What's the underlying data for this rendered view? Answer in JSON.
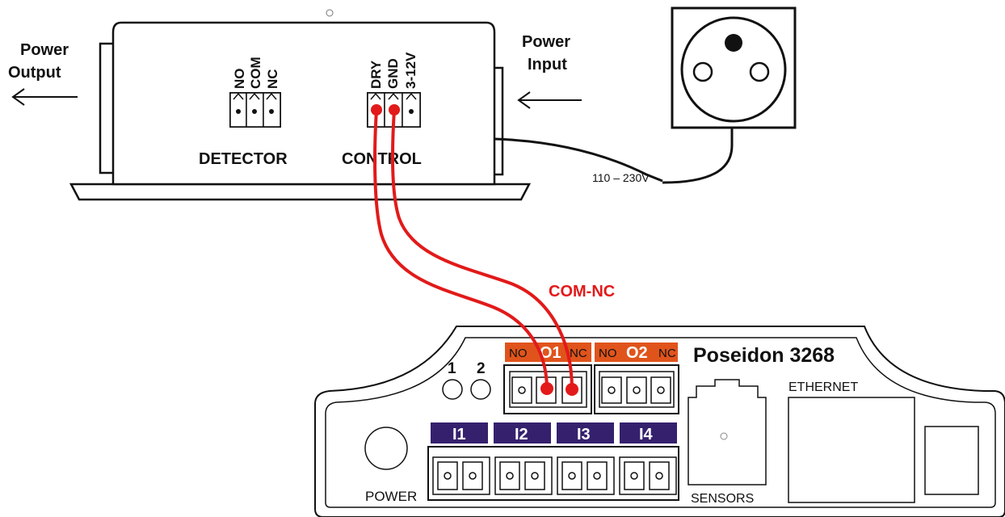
{
  "labels": {
    "power_output_line1": "Power",
    "power_output_line2": "Output",
    "power_input_line1": "Power",
    "power_input_line2": "Input",
    "voltage": "110 – 230V",
    "detector_no": "NO",
    "detector_com": "COM",
    "detector_nc": "NC",
    "detector": "DETECTOR",
    "control_dry": "DRY",
    "control_gnd": "GND",
    "control_v": "3-12V",
    "control": "CONTROL",
    "connection": "COM-NC"
  },
  "poseidon": {
    "title": "Poseidon 3268",
    "out1_no": "NO",
    "out1_label": "O1",
    "out1_nc": "NC",
    "out2_no": "NO",
    "out2_label": "O2",
    "out2_nc": "NC",
    "led1": "1",
    "led2": "2",
    "inputs": [
      "I1",
      "I2",
      "I3",
      "I4"
    ],
    "ethernet": "ETHERNET",
    "power": "POWER",
    "sensors": "SENSORS"
  },
  "colors": {
    "wire": "#e21a1a",
    "output_header": "#e0541c",
    "input_header": "#35206e",
    "connection_text": "#e21a1a"
  }
}
